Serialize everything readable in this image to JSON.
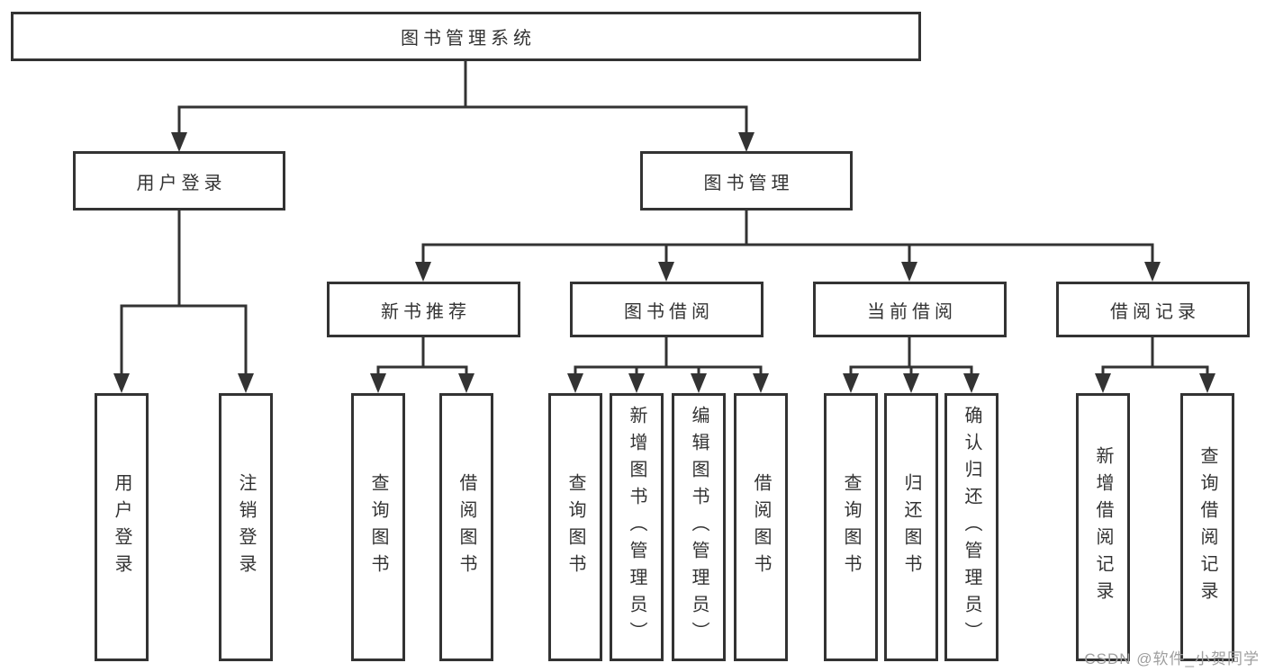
{
  "diagram": {
    "root": {
      "label": "图书管理系统"
    },
    "branches": [
      {
        "label": "用户登录",
        "leaves": [
          {
            "label": "用户登录"
          },
          {
            "label": "注销登录"
          }
        ]
      },
      {
        "label": "图书管理",
        "groups": [
          {
            "label": "新书推荐",
            "leaves": [
              {
                "label": "查询图书"
              },
              {
                "label": "借阅图书"
              }
            ]
          },
          {
            "label": "图书借阅",
            "leaves": [
              {
                "label": "查询图书"
              },
              {
                "label": "新增图书（管理员）"
              },
              {
                "label": "编辑图书（管理员）"
              },
              {
                "label": "借阅图书"
              }
            ]
          },
          {
            "label": "当前借阅",
            "leaves": [
              {
                "label": "查询图书"
              },
              {
                "label": "归还图书"
              },
              {
                "label": "确认归还（管理员）"
              }
            ]
          },
          {
            "label": "借阅记录",
            "leaves": [
              {
                "label": "新增借阅记录"
              },
              {
                "label": "查询借阅记录"
              }
            ]
          }
        ]
      }
    ]
  },
  "watermark": {
    "text": "CSDN @软件_小贺同学"
  },
  "colors": {
    "line": "#333333",
    "text": "#333333",
    "background": "#ffffff",
    "watermark": "#9e9e9e"
  }
}
